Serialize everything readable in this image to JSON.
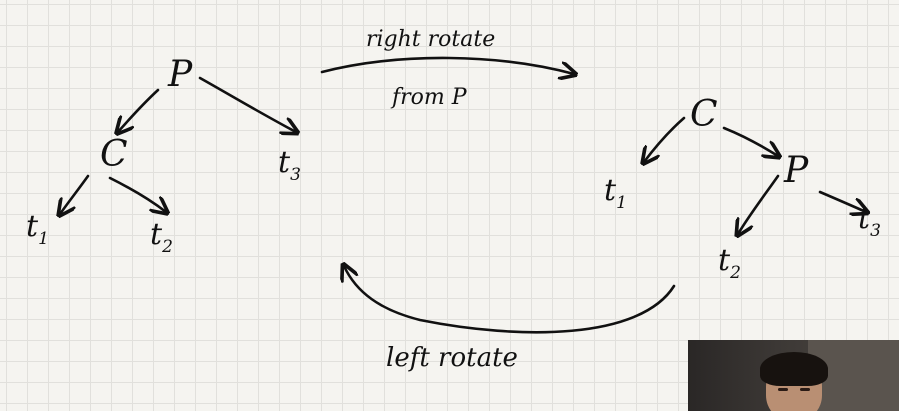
{
  "nodes": {
    "p_left": "P",
    "c_left": "C",
    "c_right": "C",
    "p_right": "P"
  },
  "leaves": {
    "t1_left": {
      "base": "t",
      "sub": "1"
    },
    "t2_left": {
      "base": "t",
      "sub": "2"
    },
    "t3_left": {
      "base": "t",
      "sub": "3"
    },
    "t1_right": {
      "base": "t",
      "sub": "1"
    },
    "t2_right": {
      "base": "t",
      "sub": "2"
    },
    "t3_right": {
      "base": "t",
      "sub": "3"
    }
  },
  "annotations": {
    "right_rotate": "right rotate",
    "from_p": "from P",
    "left_rotate": "left rotate"
  },
  "colors": {
    "ink": "#111111",
    "paper": "#f5f4f0",
    "grid": "#e1e0dc"
  }
}
